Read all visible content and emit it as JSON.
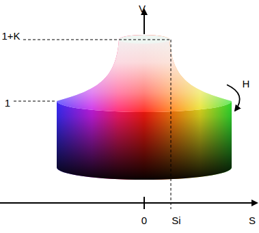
{
  "diagram": {
    "labels": [
      "V",
      "1+K",
      "1",
      "H",
      "0",
      "Si",
      "S"
    ]
  }
}
